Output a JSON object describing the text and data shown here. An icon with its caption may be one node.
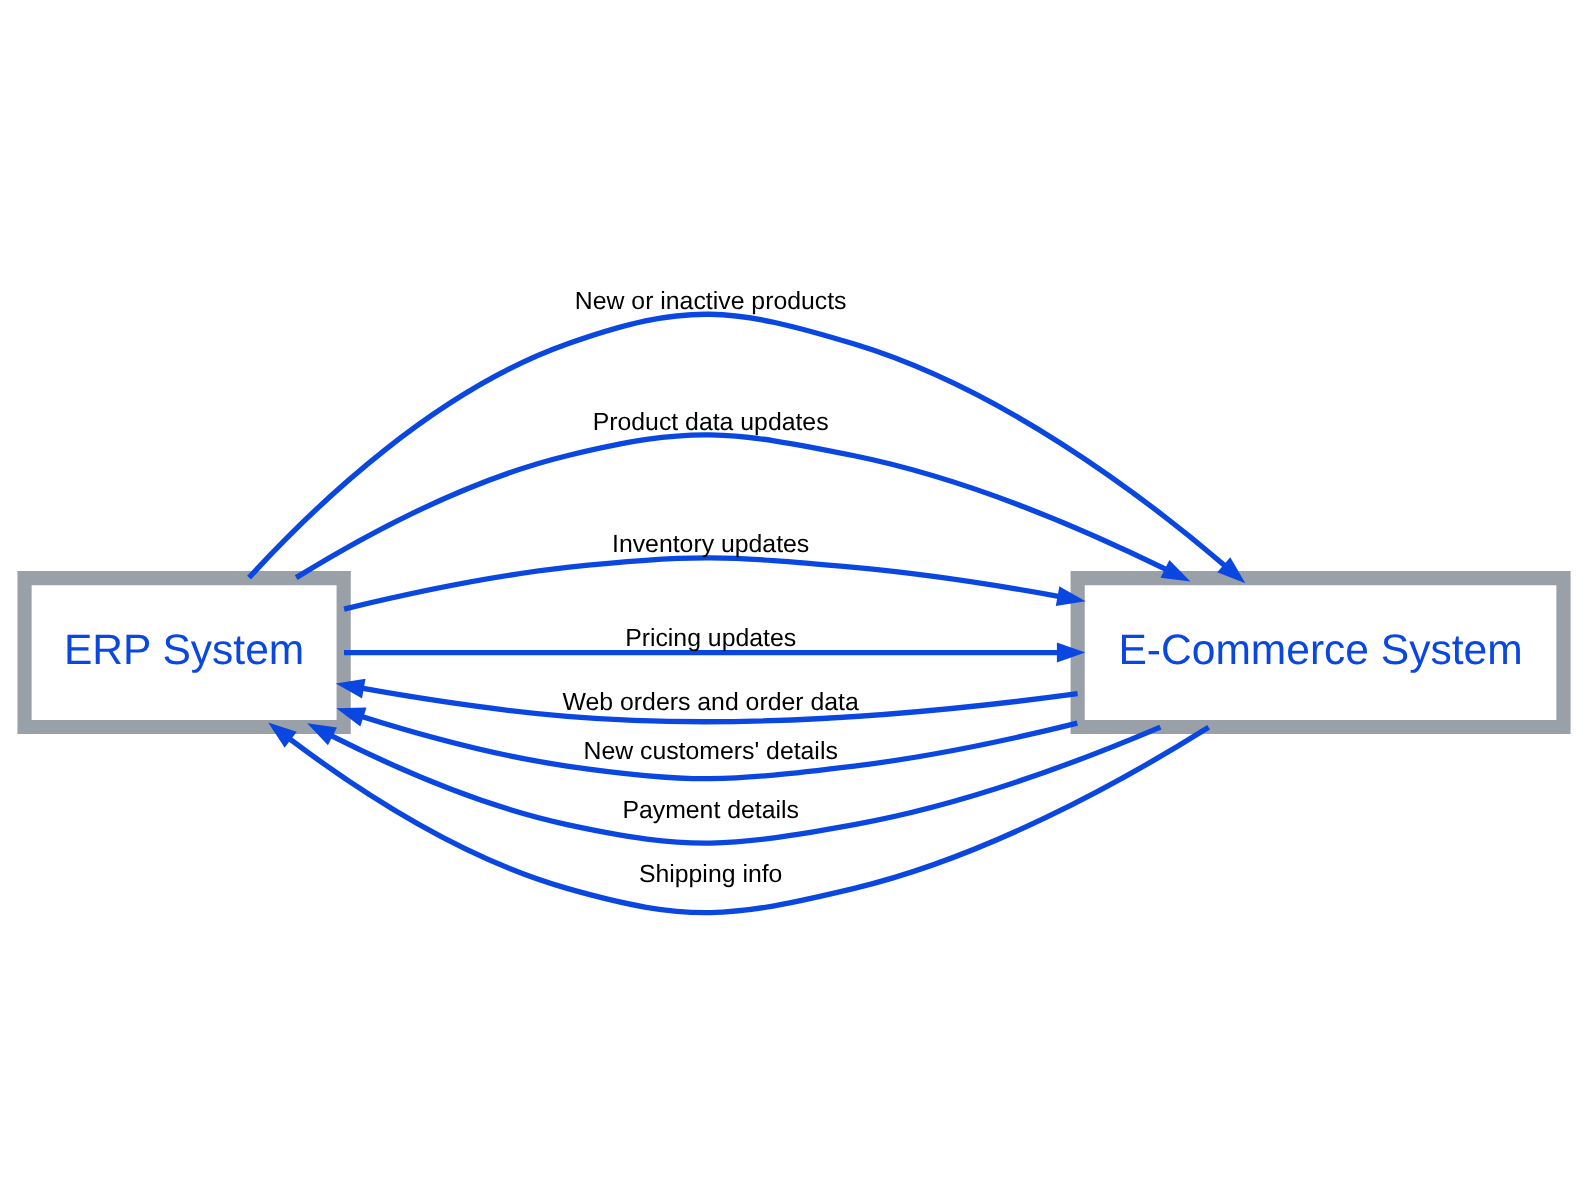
{
  "diagram": {
    "nodes": [
      {
        "text": [
          "ERP System"
        ]
      },
      {
        "text": [
          "E-Commerce System"
        ]
      }
    ],
    "edges": [
      {
        "from": 1,
        "to": 0,
        "arrow": "to",
        "label": "Web orders and order data"
      },
      {
        "from": 1,
        "to": 0,
        "arrow": "to",
        "label": "New customers' details"
      },
      {
        "from": 1,
        "to": 0,
        "arrow": "to",
        "label": "Payment details"
      },
      {
        "from": 1,
        "to": 0,
        "arrow": "to",
        "label": "Shipping info"
      },
      {
        "from": 0,
        "to": 1,
        "arrow": "to",
        "label": "New or inactive products"
      },
      {
        "from": 0,
        "to": 1,
        "arrow": "to",
        "label": "Product data updates"
      },
      {
        "from": 0,
        "to": 1,
        "arrow": "to",
        "label": "Inventory updates"
      },
      {
        "from": 0,
        "to": 1,
        "arrow": "to",
        "label": "Pricing updates"
      }
    ]
  }
}
